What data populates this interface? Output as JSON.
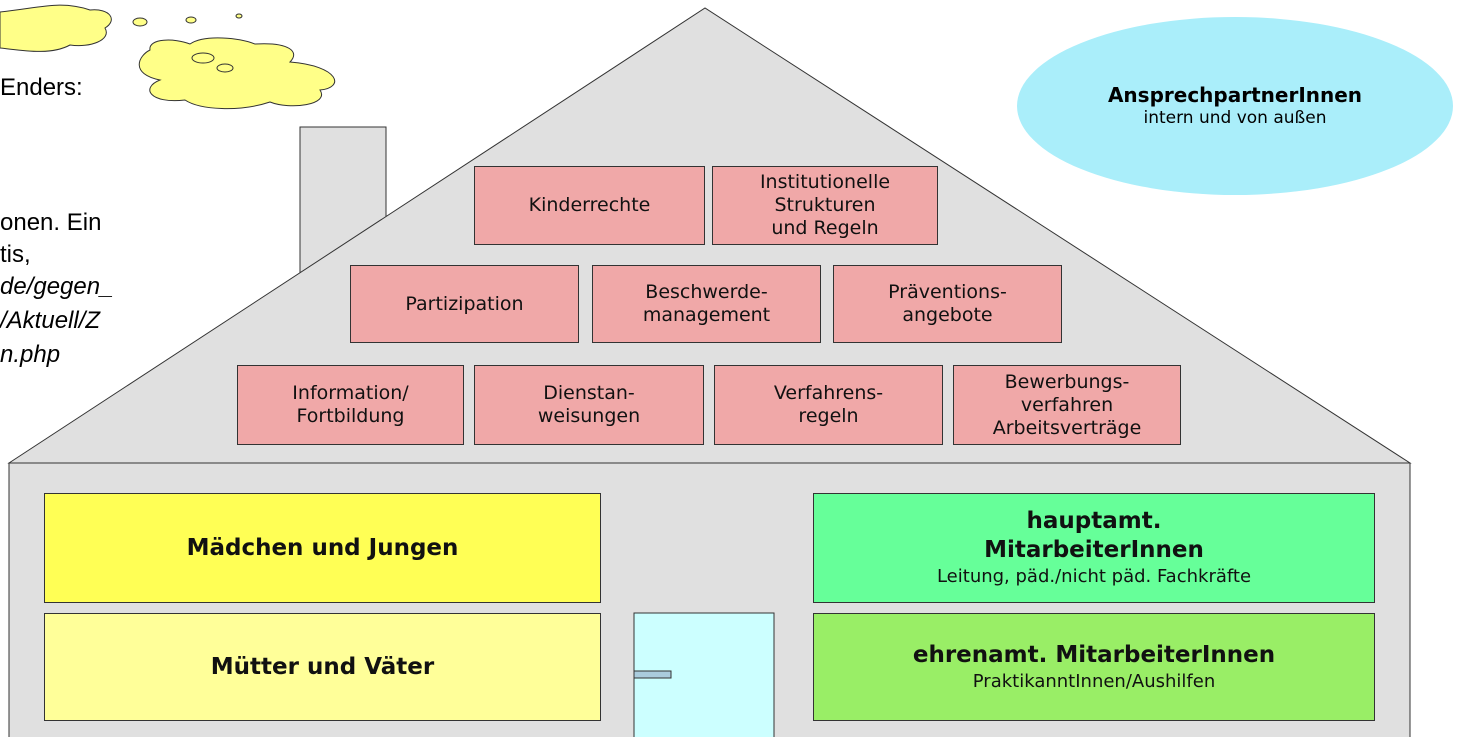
{
  "left_text": {
    "line1": "Enders:",
    "line2": "onen. Ein",
    "line3": "tis,",
    "line4": "de/gegen_",
    "line5": "/Aktuell/Z",
    "line6": "n.php"
  },
  "contacts": {
    "title": "AnsprechpartnerInnen",
    "subtitle": "intern und von außen"
  },
  "roof": {
    "row1": [
      [
        "Kinderrechte"
      ],
      [
        "Institutionelle",
        "Strukturen",
        "und Regeln"
      ]
    ],
    "row2": [
      [
        "Partizipation"
      ],
      [
        "Beschwerde-",
        "management"
      ],
      [
        "Präventions-",
        "angebote"
      ]
    ],
    "row3": [
      [
        "Information/",
        "Fortbildung"
      ],
      [
        "Dienstan-",
        "weisungen"
      ],
      [
        "Verfahrens-",
        "regeln"
      ],
      [
        "Bewerbungs-",
        "verfahren",
        "Arbeitsverträge"
      ]
    ]
  },
  "groups": {
    "children": "Mädchen und Jungen",
    "parents": "Mütter und Väter",
    "fulltime": {
      "title1": "hauptamt.",
      "title2": "MitarbeiterInnen",
      "subtitle": "Leitung, päd./nicht päd. Fachkräfte"
    },
    "volunteers": {
      "title": "ehrenamt. MitarbeiterInnen",
      "subtitle": "PraktikanntInnen/Aushilfen"
    }
  },
  "colors": {
    "roof_box": "#f0a8a8",
    "children_box": "#ffff55",
    "parents_box": "#ffff99",
    "fulltime_box": "#66ff99",
    "volunteers_box": "#99ee66",
    "contacts_ellipse": "#aaeefa",
    "house_wall": "#e0e0e0",
    "door": "#ccffff",
    "clouds": "#ffff88"
  }
}
